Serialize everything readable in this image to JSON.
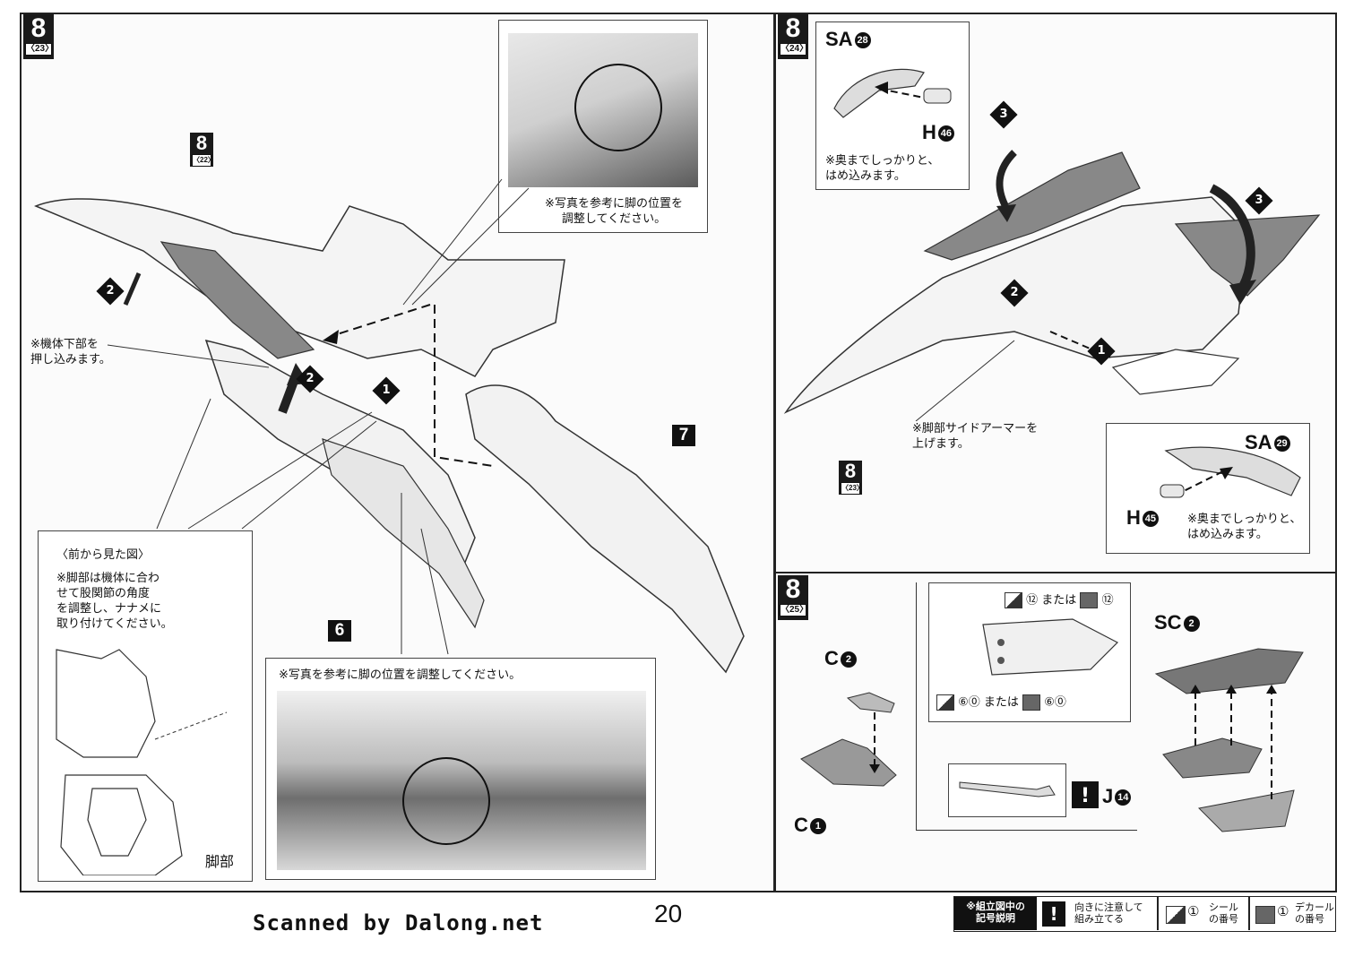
{
  "steps": {
    "left": {
      "num": "8",
      "sub": "〈23〉"
    },
    "inner": {
      "num": "8",
      "sub": "〈22〉"
    },
    "right_top": {
      "num": "8",
      "sub": "〈24〉"
    },
    "right_inner": {
      "num": "8",
      "sub": "〈23〉"
    },
    "right_bottom": {
      "num": "8",
      "sub": "〈25〉"
    }
  },
  "left_panel": {
    "top_photo_note": "※写真を参考に脚の位置を\n調整してください。",
    "bottom_photo_note": "※写真を参考に脚の位置を調整してください。",
    "push_note": "※機体下部を\n押し込みます。",
    "front_view_title": "〈前から見た図〉",
    "front_view_note": "※脚部は機体に合わ\nせて股関節の角度\nを調整し、ナナメに\n取り付けてください。",
    "leg_label": "脚部",
    "arrow_labels": [
      "2",
      "2",
      "1"
    ],
    "part_numbers": [
      "7",
      "6"
    ]
  },
  "right_top_panel": {
    "sa28": "SA",
    "sa28_num": "28",
    "h46": "H",
    "h46_num": "46",
    "inset_note_top": "※奥までしっかりと、\nはめ込みます。",
    "arm_note": "※脚部サイドアーマーを\n上げます。",
    "sa29": "SA",
    "sa29_num": "29",
    "h45": "H",
    "h45_num": "45",
    "inset_note_bottom": "※奥までしっかりと、\nはめ込みます。",
    "arrow_labels": [
      "3",
      "3",
      "2",
      "1"
    ]
  },
  "right_bottom_panel": {
    "c2": "C",
    "c2_num": "2",
    "c1": "C",
    "c1_num": "1",
    "sc2": "SC",
    "sc2_num": "2",
    "j14": "J",
    "j14_num": "14",
    "sticker_12": "⑫ または",
    "decal_12": "⑫",
    "sticker_60": "⑥⓪ または",
    "decal_60": "⑥⓪"
  },
  "footer": {
    "scanned": "Scanned by Dalong.net",
    "page_number": "20",
    "legend_title": "※組立図中の\n記号説明",
    "legend_attention": "向きに注意して\n組み立てる",
    "legend_sticker": "シール\nの番号",
    "legend_decal": "デカール\nの番号",
    "legend_num": "①"
  }
}
